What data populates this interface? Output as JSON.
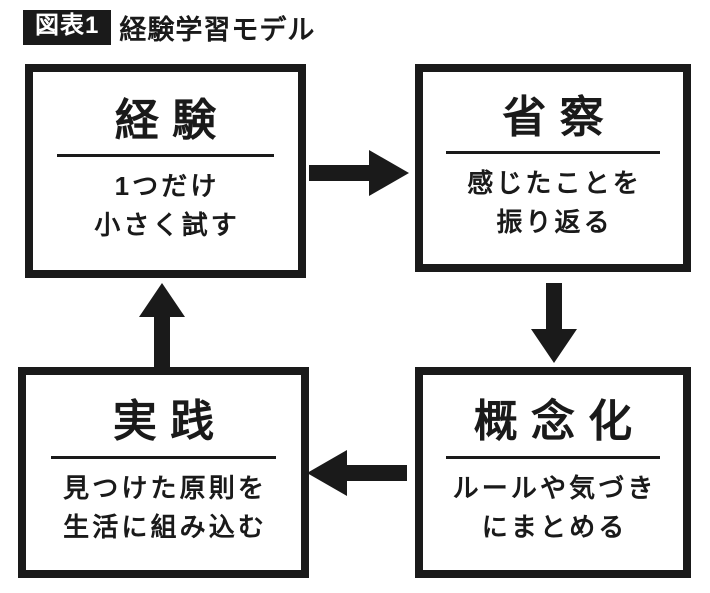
{
  "header": {
    "label": "図表1",
    "title": "経験学習モデル"
  },
  "colors": {
    "ink": "#1a1a1a",
    "background": "#ffffff"
  },
  "diagram": {
    "nodes": [
      {
        "id": "experience",
        "position": "top-left",
        "heading": "経験",
        "line1": "1つだけ",
        "line2": "小さく試す"
      },
      {
        "id": "reflection",
        "position": "top-right",
        "heading": "省察",
        "line1": "感じたことを",
        "line2": "振り返る"
      },
      {
        "id": "practice",
        "position": "bottom-left",
        "heading": "実践",
        "line1": "見つけた原則を",
        "line2": "生活に組み込む"
      },
      {
        "id": "conceptualization",
        "position": "bottom-right",
        "heading": "概念化",
        "line1": "ルールや気づき",
        "line2": "にまとめる"
      }
    ],
    "arrows": [
      {
        "from": "経験",
        "to": "省察",
        "direction": "right"
      },
      {
        "from": "省察",
        "to": "概念化",
        "direction": "down"
      },
      {
        "from": "概念化",
        "to": "実践",
        "direction": "left"
      },
      {
        "from": "実践",
        "to": "経験",
        "direction": "up"
      }
    ]
  }
}
